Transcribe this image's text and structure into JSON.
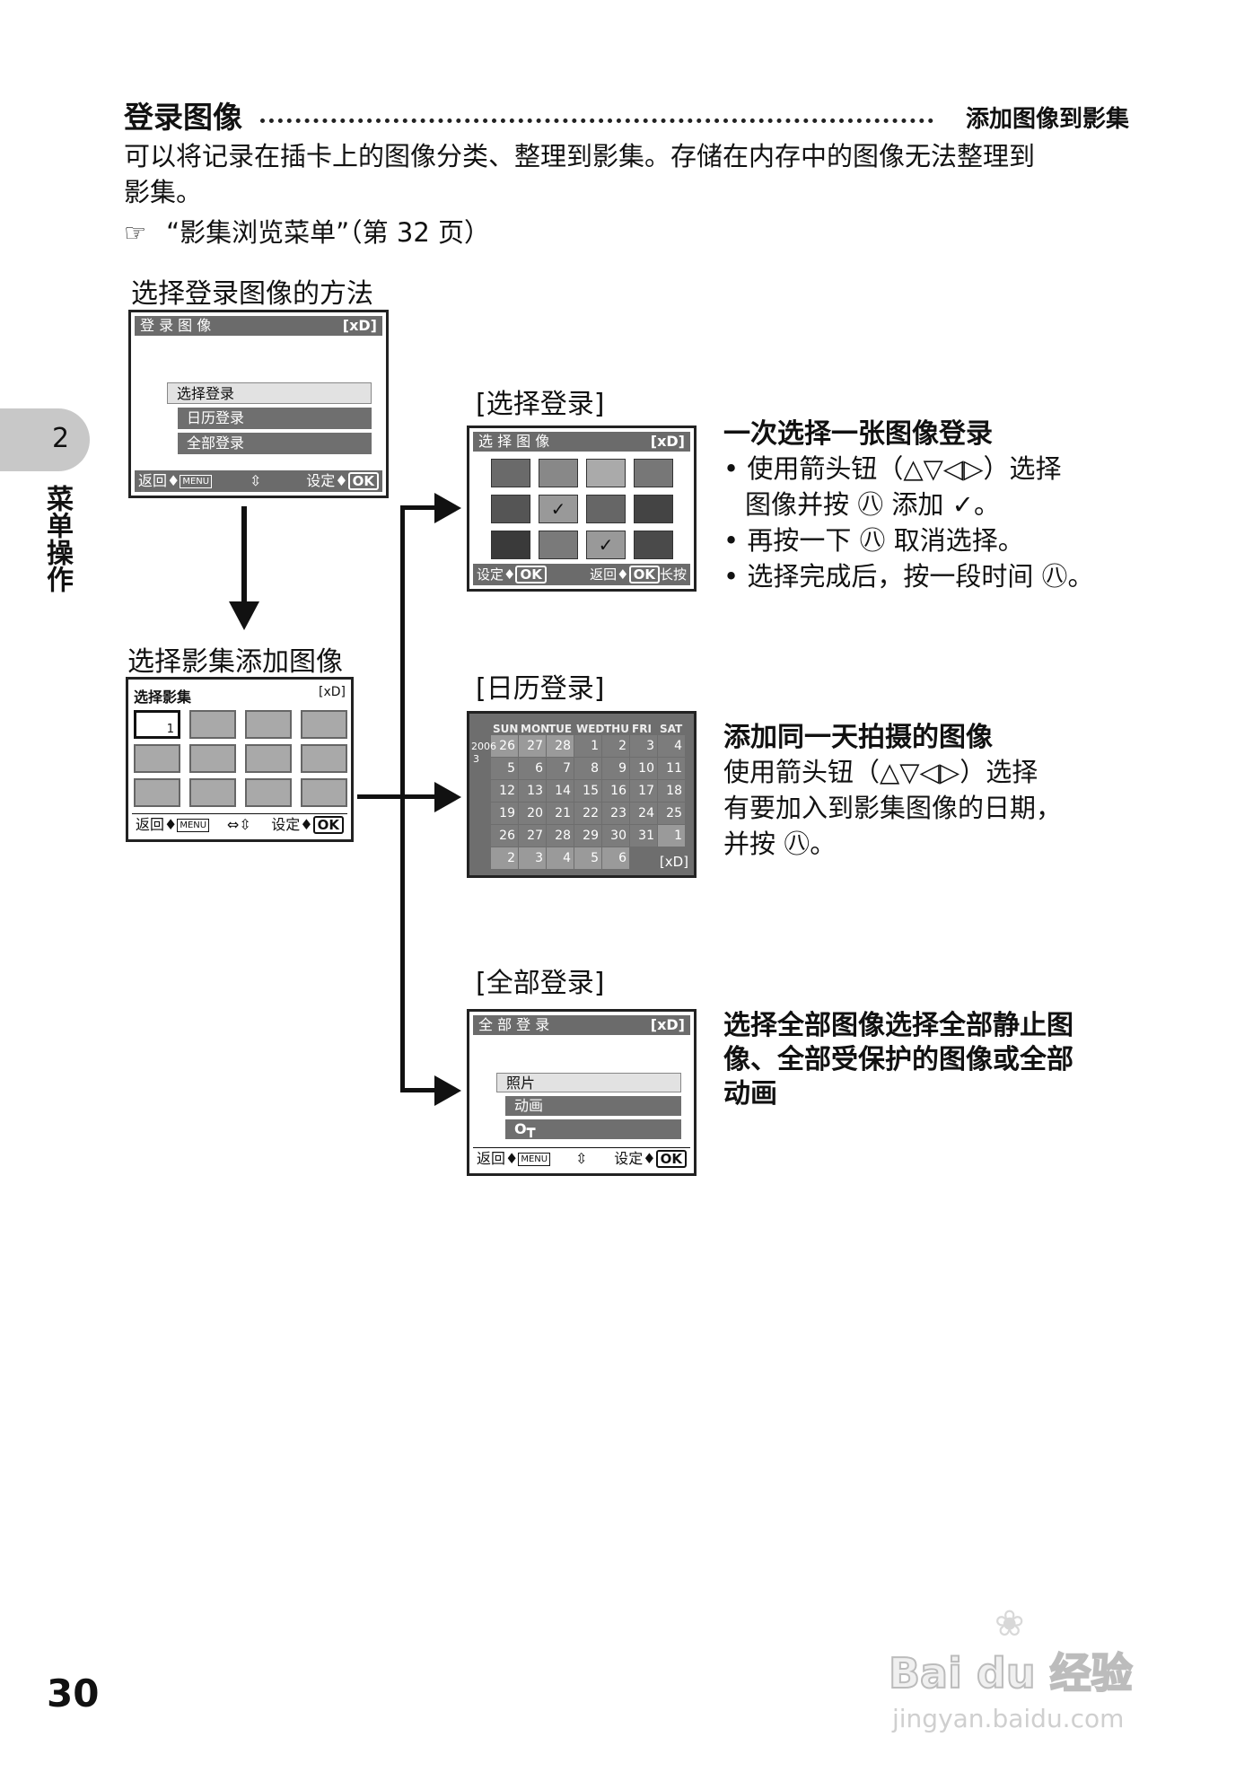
{
  "header": {
    "title": "登录图像",
    "subtitle": "添加图像到影集"
  },
  "intro": {
    "line1": "可以将记录在插卡上的图像分类、整理到影集。存储在内存中的图像无法整理到",
    "line2": "影集。",
    "ref_text": "“影集浏览菜单”（第 32 页）"
  },
  "side_tab": {
    "number": "2",
    "label": "菜单操作"
  },
  "page_number": "30",
  "watermark": {
    "brand": "Bai du 经验",
    "url": "jingyan.baidu.com"
  },
  "method_screen": {
    "caption": "选择登录图像的方法",
    "header": "登 录 图 像",
    "media": "[xD]",
    "items": [
      "选择登录",
      "日历登录",
      "全部登录"
    ],
    "foot_back": "返回",
    "foot_menu": "MENU",
    "foot_set": "设定",
    "foot_ok": "OK"
  },
  "album_screen": {
    "caption": "选择影集添加图像",
    "header": "选择影集",
    "media": "[xD]",
    "first_album": "1",
    "foot_back": "返回",
    "foot_menu": "MENU",
    "foot_set": "设定",
    "foot_ok": "OK"
  },
  "select_screen": {
    "caption": "[选择登录]",
    "header": "选 择 图 像",
    "media": "[xD]",
    "foot_set": "设定",
    "foot_ok": "OK",
    "foot_back": "返回",
    "foot_ok2": "OK",
    "foot_long": "长按"
  },
  "select_desc": {
    "title": "一次选择一张图像登录",
    "b1a": "使用箭头钮（△▽◁▷）选择",
    "b1b": "图像并按 ㊇ 添加 ✓。",
    "b2": "再按一下 ㊇ 取消选择。",
    "b3": "选择完成后，按一段时间 ㊇。"
  },
  "calendar_screen": {
    "caption": "[日历登录]",
    "days": [
      "SUN",
      "MON",
      "TUE",
      "WED",
      "THU",
      "FRI",
      "SAT"
    ],
    "year": "2006",
    "month": "3",
    "media": "[xD]",
    "weeks": [
      [
        "26",
        "27",
        "28",
        "1",
        "2",
        "3",
        "4"
      ],
      [
        "5",
        "6",
        "7",
        "8",
        "9",
        "10",
        "11"
      ],
      [
        "12",
        "13",
        "14",
        "15",
        "16",
        "17",
        "18"
      ],
      [
        "19",
        "20",
        "21",
        "22",
        "23",
        "24",
        "25"
      ],
      [
        "26",
        "27",
        "28",
        "29",
        "30",
        "31",
        "1"
      ],
      [
        "2",
        "3",
        "4",
        "5",
        "6",
        "",
        ""
      ]
    ]
  },
  "calendar_desc": {
    "title": "添加同一天拍摄的图像",
    "l1": "使用箭头钮（△▽◁▷）选择",
    "l2": "有要加入到影集图像的日期，",
    "l3": "并按 ㊇。"
  },
  "all_screen": {
    "caption": "[全部登录]",
    "header": "全 部 登 录",
    "media": "[xD]",
    "items": [
      "照片",
      "动画",
      "O┳"
    ],
    "foot_back": "返回",
    "foot_menu": "MENU",
    "foot_set": "设定",
    "foot_ok": "OK"
  },
  "all_desc": {
    "l1": "选择全部图像选择全部静止图",
    "l2": "像、全部受保护的图像或全部",
    "l3": "动画"
  }
}
